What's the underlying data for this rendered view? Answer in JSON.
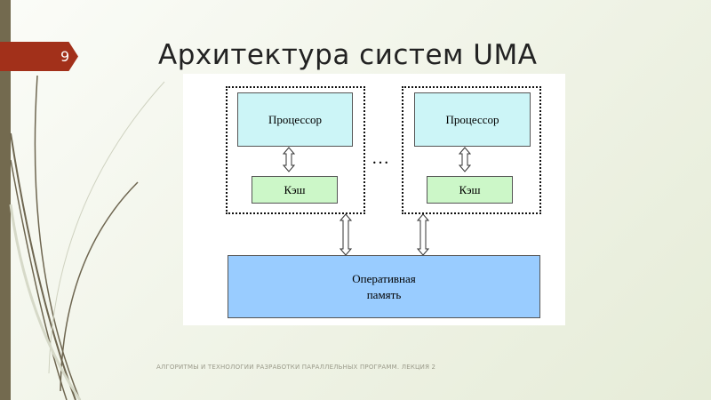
{
  "slide_number": "9",
  "title": "Архитектура систем UMA",
  "diagram": {
    "nodes": [
      {
        "processor": "Процессор",
        "cache": "Кэш"
      },
      {
        "processor": "Процессор",
        "cache": "Кэш"
      }
    ],
    "ellipsis": "…",
    "memory_line1": "Оперативная",
    "memory_line2": "память"
  },
  "footer": "АЛГОРИТМЫ И ТЕХНОЛОГИИ РАЗРАБОТКИ ПАРАЛЛЕЛЬНЫХ ПРОГРАММ. ЛЕКЦИЯ 2",
  "colors": {
    "accent": "#a2301a",
    "sidebar": "#736a4f",
    "processor": "#ccf5f7",
    "cache": "#ccf7c8",
    "memory": "#99ccff"
  }
}
